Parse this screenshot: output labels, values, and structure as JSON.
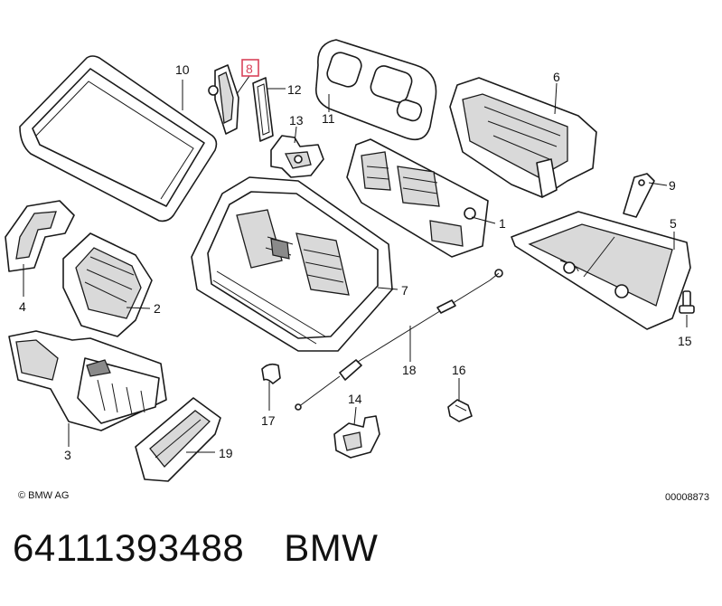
{
  "diagram": {
    "callouts": [
      {
        "id": "1",
        "label": "1"
      },
      {
        "id": "2",
        "label": "2"
      },
      {
        "id": "3",
        "label": "3"
      },
      {
        "id": "4",
        "label": "4"
      },
      {
        "id": "5",
        "label": "5"
      },
      {
        "id": "6",
        "label": "6"
      },
      {
        "id": "7",
        "label": "7"
      },
      {
        "id": "8",
        "label": "8",
        "highlighted": true
      },
      {
        "id": "9",
        "label": "9"
      },
      {
        "id": "10",
        "label": "10"
      },
      {
        "id": "11",
        "label": "11"
      },
      {
        "id": "12",
        "label": "12"
      },
      {
        "id": "13",
        "label": "13"
      },
      {
        "id": "14",
        "label": "14"
      },
      {
        "id": "15",
        "label": "15"
      },
      {
        "id": "16",
        "label": "16"
      },
      {
        "id": "17",
        "label": "17"
      },
      {
        "id": "18",
        "label": "18"
      },
      {
        "id": "19",
        "label": "19"
      }
    ],
    "highlight_color": "#d9435a",
    "copyright": "© BMW AG",
    "drawing_id": "00008873"
  },
  "listing": {
    "part_number": "64111393488",
    "brand": "BMW"
  }
}
